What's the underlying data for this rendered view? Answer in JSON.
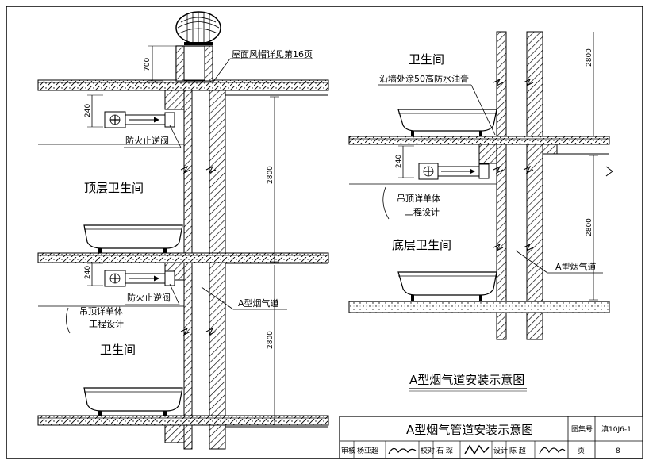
{
  "labels": {
    "roof_cap": "屋面风帽详见第16页",
    "fire_damper_1": "防火止逆阀",
    "fire_damper_2": "防火止逆阀",
    "top_bathroom": "顶层卫生间",
    "ceiling_note_1a": "吊顶详单体",
    "ceiling_note_1b": "工程设计",
    "bathroom_left": "卫生间",
    "flue_a_left": "A型烟气道",
    "bathroom_right": "卫生间",
    "waterproof": "沿墙处涂50高防水油膏",
    "ceiling_note_2a": "吊顶详单体",
    "ceiling_note_2b": "工程设计",
    "bottom_bathroom": "底层卫生间",
    "flue_a_right": "A型烟气道",
    "right_title": "A型烟气道安装示意图"
  },
  "dims": {
    "d700": "700",
    "d240_1": "240",
    "d240_2": "240",
    "d2800_1": "2800",
    "d2800_2": "2800",
    "d2800_r1": "2800",
    "d240_r": "240",
    "d2800_r2": "2800"
  },
  "title_block": {
    "title": "A型烟气管道安装示意图",
    "atlas_label": "图集号",
    "atlas_no": "滇10J6-1",
    "review_label": "审核",
    "review_name": "杨亚超",
    "check_label": "校对",
    "check_name": "石  琛",
    "design_label": "设计",
    "design_name": "陈  超",
    "page_label": "页",
    "page_no": "8"
  }
}
